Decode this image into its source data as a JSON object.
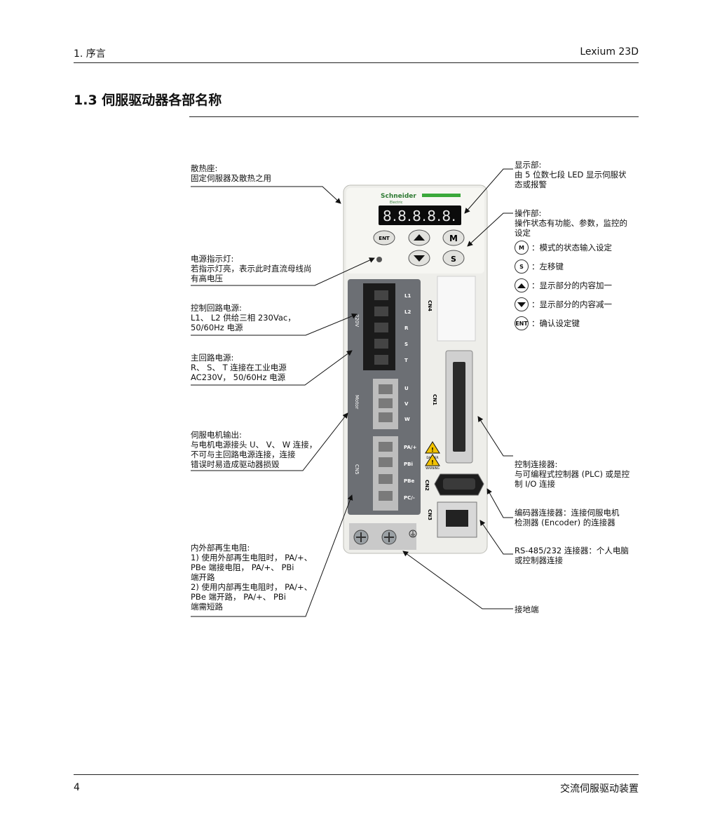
{
  "header": {
    "chapter": "1. 序言",
    "product": "Lexium 23D"
  },
  "section_title": "1.3 伺服驱动器各部名称",
  "device": {
    "brand": "Schneider",
    "brand_sub": "Electric",
    "display": "8.8.8.8.8.",
    "buttons": {
      "ent": "ENT",
      "m": "M",
      "s": "S"
    },
    "terminals_power": [
      "L1",
      "L2",
      "R",
      "S",
      "T"
    ],
    "side_220": "220V",
    "side_motor": "Motor",
    "side_cn5": "CN5",
    "terminals_motor": [
      "U",
      "V",
      "W"
    ],
    "terminals_regen": [
      "PA/+",
      "PBi",
      "PBe",
      "PC/-"
    ],
    "cn4": "CN4",
    "cn1": "CN1",
    "cn2": "CN2",
    "cn3": "CN3",
    "danger": "DANGER",
    "warning": "WARNING"
  },
  "labels": {
    "heatsink": [
      "散热座:",
      "固定伺服器及散热之用"
    ],
    "power_led": [
      "电源指示灯:",
      "若指示灯亮，表示此时直流母线尚",
      "有高电压"
    ],
    "control_power": [
      "控制回路电源:",
      "L1、 L2 供给三相 230Vac，",
      "50/60Hz 电源"
    ],
    "main_power": [
      "主回路电源:",
      "R、 S、 T 连接在工业电源",
      "AC230V， 50/60Hz 电源"
    ],
    "motor_output": [
      "伺服电机输出:",
      "与电机电源接头 U、 V、 W 连接，",
      "不可与主回路电源连接，连接",
      "错误时易造成驱动器损毁"
    ],
    "regen": [
      "内外部再生电阻:",
      "1) 使用外部再生电阻时， PA/+、",
      "    PBe 端接电阻， PA/+、 PBi",
      "    端开路",
      "2) 使用内部再生电阻时， PA/+、",
      "    PBe 端开路， PA/+、 PBi",
      "    端需短路"
    ],
    "display": [
      "显示部:",
      "由 5 位数七段 LED 显示伺服状",
      "态或报警"
    ],
    "operation": [
      "操作部:",
      "操作状态有功能、参数，监控的",
      "设定"
    ],
    "keys": [
      {
        "icon": "M",
        "text": "：模式的状态输入设定"
      },
      {
        "icon": "S",
        "text": "：左移键"
      },
      {
        "icon": "up",
        "text": "：显示部分的内容加一"
      },
      {
        "icon": "down",
        "text": "：显示部分的内容减一"
      },
      {
        "icon": "ENT",
        "text": "：确认设定键"
      }
    ],
    "control_conn": [
      "控制连接器:",
      "与可编程式控制器 (PLC) 或是控",
      "制 I/O 连接"
    ],
    "encoder_conn": [
      "编码器连接器：连接伺服电机",
      "检测器 (Encoder) 的连接器"
    ],
    "rs485": [
      "RS-485/232 连接器：个人电脑",
      "或控制器连接"
    ],
    "ground": [
      "接地端"
    ]
  },
  "footer": {
    "page": "4",
    "title": "交流伺服驱动装置"
  }
}
